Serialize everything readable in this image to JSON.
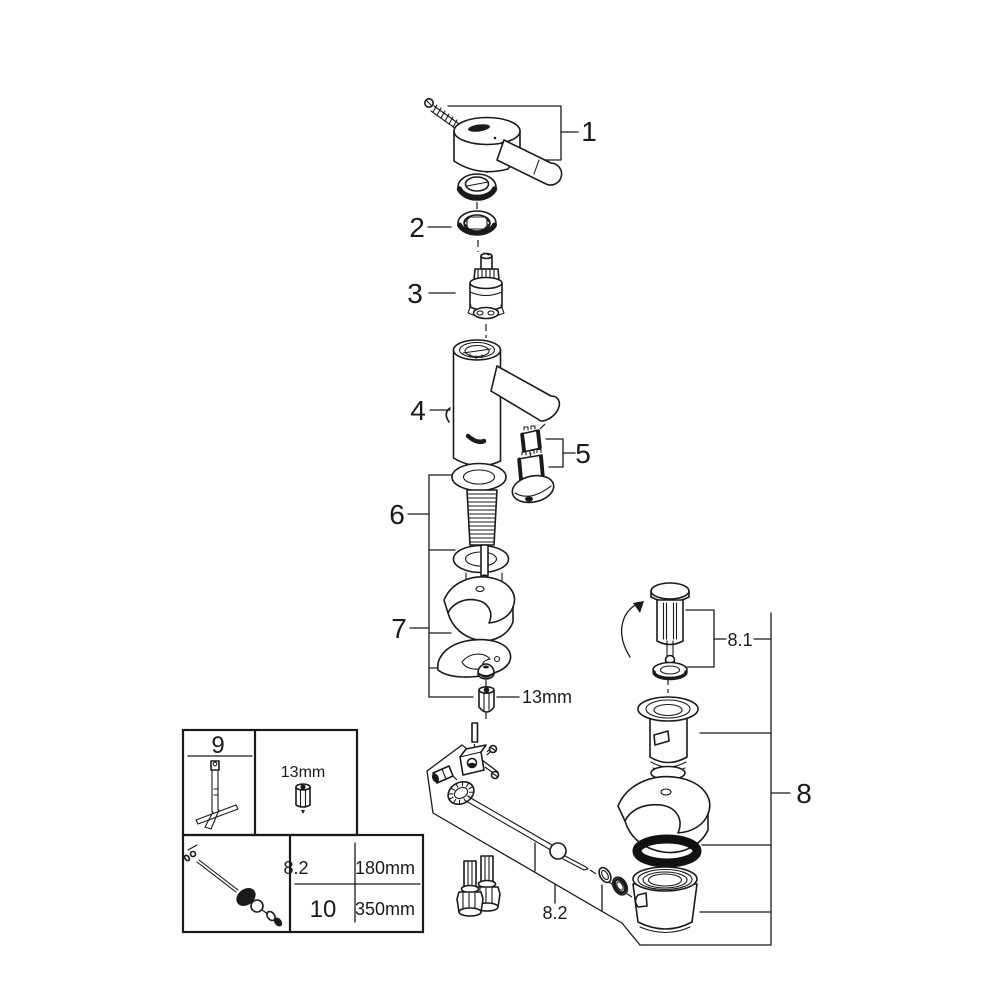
{
  "diagram": {
    "colors": {
      "ink": "#1a1a1a",
      "background": "#ffffff"
    },
    "callouts": {
      "n1": "1",
      "n2": "2",
      "n3": "3",
      "n4": "4",
      "n5": "5",
      "n6": "6",
      "n7": "7",
      "n8": "8",
      "n8_1": "8.1",
      "n8_2": "8.2",
      "hex_nut_size": "13mm"
    },
    "legend_table": {
      "tool_ref": "9",
      "socket_size": "13mm",
      "rows": [
        {
          "ref": "8.2",
          "length": "180mm"
        },
        {
          "ref": "10",
          "length": "350mm"
        }
      ]
    }
  }
}
